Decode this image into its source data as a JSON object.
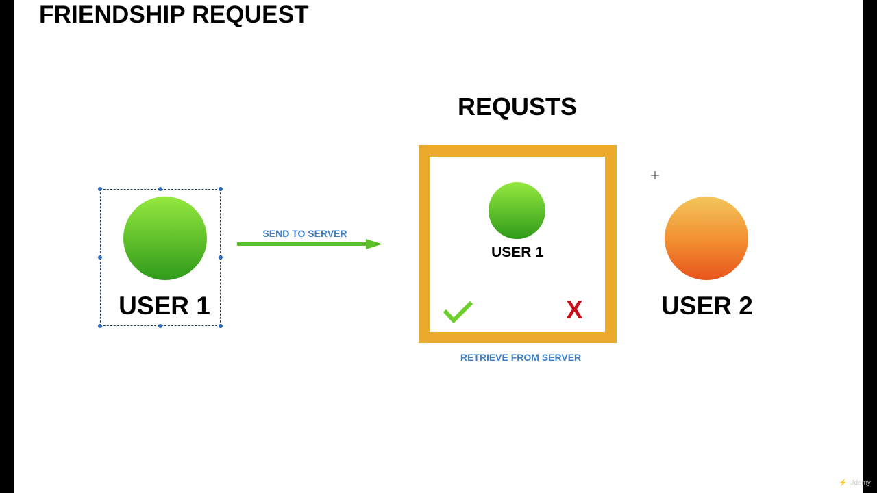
{
  "slide": {
    "title": "FRIENDSHIP REQUEST",
    "background": "#ffffff",
    "frame_color": "#000000"
  },
  "user1": {
    "label": "USER 1",
    "color": "#62c22c"
  },
  "send": {
    "label": "SEND TO SERVER",
    "arrow_color": "#5cbf2a",
    "text_color": "#3d7fcb"
  },
  "requests": {
    "title": "REQUSTS",
    "box_color": "#ecaa2d",
    "user_label": "USER 1",
    "accept_icon": "check-icon",
    "accept_color": "#6ccf2b",
    "reject_symbol": "X",
    "reject_color": "#c9101a"
  },
  "retrieve": {
    "label": "RETRIEVE FROM SERVER"
  },
  "user2": {
    "label": "USER 2",
    "color": "#f28c30"
  },
  "watermark": {
    "brand": "Udemy"
  }
}
